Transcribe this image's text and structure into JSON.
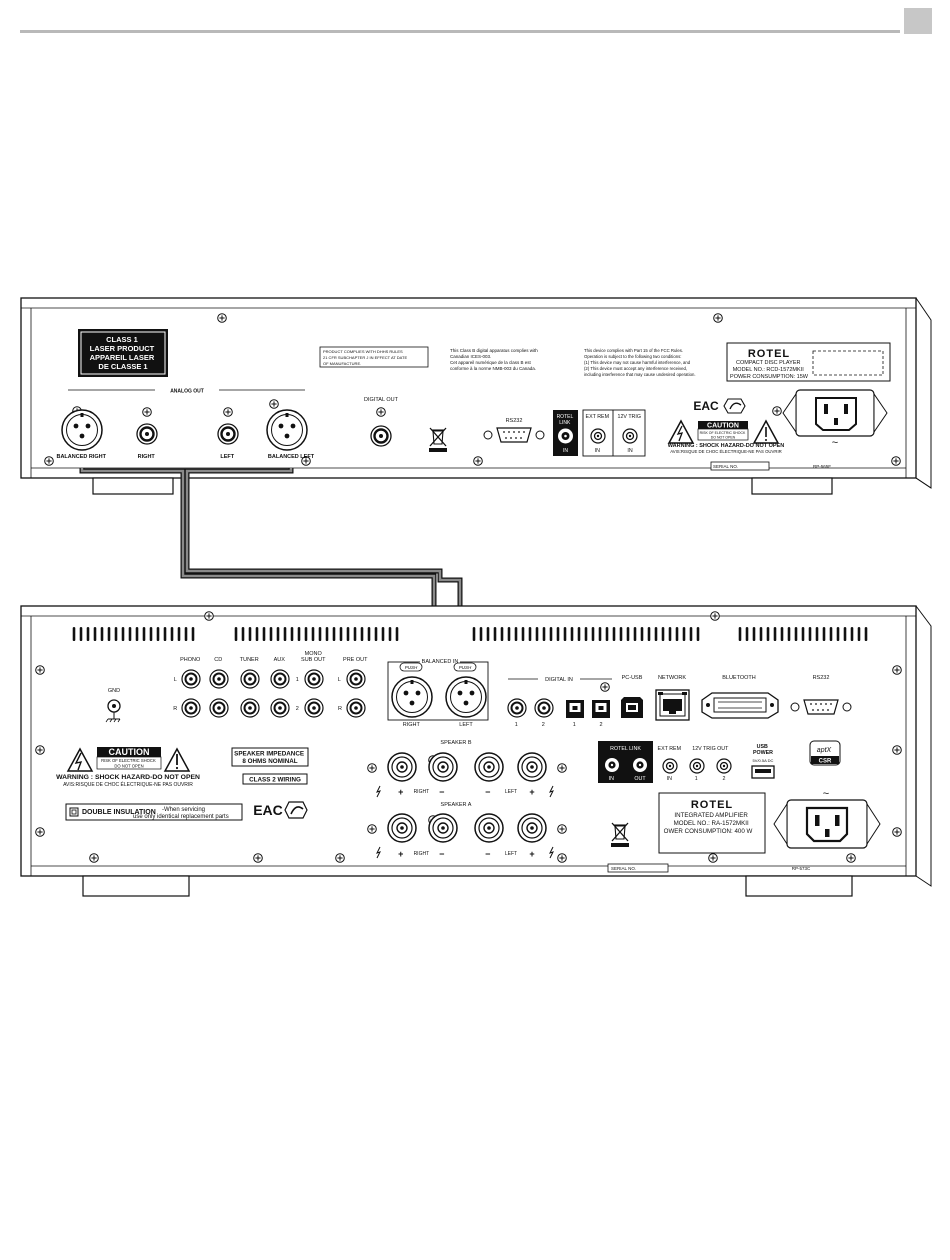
{
  "cd_player": {
    "laser_label": [
      "CLASS 1",
      "LASER PRODUCT",
      "APPAREIL LASER",
      "DE CLASSE 1"
    ],
    "dhhs_text": [
      "PRODUCT COMPLIES WITH DHHS RULES",
      "21 CFR SUBCHAPTER J IN EFFECT AT DATE",
      "OF MANUFACTURE."
    ],
    "ices_text": [
      "This Class B digital apparatus complies with",
      "Canadian ICES-003.",
      "Cet appareil numérique de la class B est",
      "conforme à la norme NMB-003 du Canada."
    ],
    "fcc_text": [
      "This device complies with Part 15 of the FCC Rules.",
      "Operation is subject to the following two conditions:",
      "(1) This device may not cause harmful interference, and",
      "(2) This device must accept any interference received,",
      "including interference that may cause undesired operation."
    ],
    "analog_out_label": "ANALOG OUT",
    "balanced_right": "BALANCED RIGHT",
    "right": "RIGHT",
    "left": "LEFT",
    "balanced_left": "BALANCED LEFT",
    "digital_out": "DIGITAL OUT",
    "rs232": "RS232",
    "rotel_link": [
      "ROTEL",
      "LINK"
    ],
    "rotel_link_in": "IN",
    "ext_rem": "EXT REM",
    "trig": "12V TRIG",
    "in": "IN",
    "eac": "EAC",
    "caution": "CAUTION",
    "caution_sub": [
      "RISK OF ELECTRIC SHOCK",
      "DO NOT OPEN"
    ],
    "warning": "WARNING : SHOCK HAZARD-DO NOT OPEN",
    "avis": "AVIS:RISQUE DE CHOC ÉLECTRIQUE-NE PAS OUVRIR",
    "brand": "ROTEL",
    "product": "COMPACT DISC PLAYER",
    "model": "MODEL NO.: RCD-1572MKII",
    "power": "POWER CONSUMPTION: 15W",
    "serial": "SERIAL NO.",
    "code": "RP-565F",
    "ac_symbol": "~"
  },
  "amplifier": {
    "phono": "PHONO",
    "cd": "CD",
    "tuner": "TUNER",
    "aux": "AUX",
    "mono_sub_out": [
      "MONO",
      "SUB OUT"
    ],
    "pre_out": "PRE OUT",
    "balanced_in": "BALANCED IN",
    "push": "PUSH",
    "ch_l": "L",
    "ch_r": "R",
    "num1": "1",
    "num2": "2",
    "gnd": "GND",
    "right": "RIGHT",
    "left": "LEFT",
    "digital_in": "DIGITAL IN",
    "pc_usb": "PC-USB",
    "network": "NETWORK",
    "bluetooth": "BLUETOOTH",
    "rs232": "RS232",
    "caution": "CAUTION",
    "caution_sub": [
      "RISK OF ELECTRIC SHOCK",
      "DO NOT OPEN"
    ],
    "warning": "WARNING : SHOCK HAZARD-DO NOT OPEN",
    "avis": "AVIS:RISQUE DE CHOC ÉLECTRIQUE-NE PAS OUVRIR",
    "double_insulation": "DOUBLE INSULATION",
    "double_insulation_note": [
      "-When servicing",
      "use only identical replacement parts"
    ],
    "speaker_impedance": [
      "SPEAKER IMPEDANCE",
      "8 OHMS NOMINAL"
    ],
    "class2": "CLASS 2 WIRING",
    "eac": "EAC",
    "speaker_b": "SPEAKER B",
    "speaker_a": "SPEAKER A",
    "plus": "+",
    "minus": "−",
    "rotel_link": "ROTEL LINK",
    "in": "IN",
    "out": "OUT",
    "ext_rem": "EXT REM",
    "trig_out": "12V TRIG OUT",
    "usb_power": [
      "USB",
      "POWER"
    ],
    "usb_rating": "5V/0.5A DC",
    "aptx": "aptX",
    "csr": "CSR",
    "brand": "ROTEL",
    "product": "INTEGRATED AMPLIFIER",
    "model": "MODEL NO.: RA-1572MKII",
    "power": "OWER CONSUMPTION: 400 W",
    "serial": "SERIAL NO.",
    "code": "RP-573C",
    "ac_symbol": "~"
  }
}
